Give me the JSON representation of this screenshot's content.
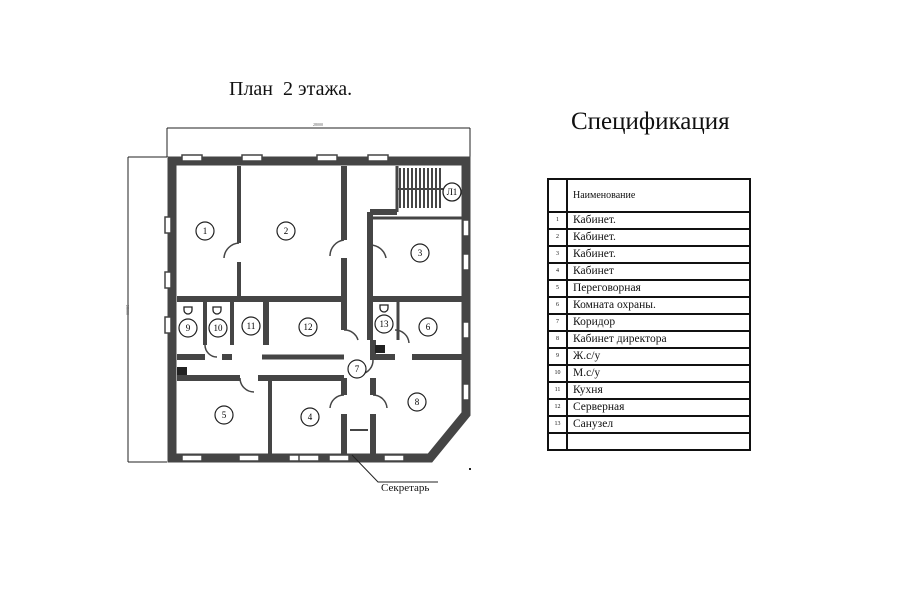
{
  "plan_title": "План  2 этажа.",
  "spec_title": "Спецификация",
  "dimensions": {
    "width": "28000",
    "height": "28000"
  },
  "stair_label": "Л1",
  "secretary_label": "Секретарь",
  "table": {
    "header": "Наименование",
    "rows": [
      {
        "n": "1",
        "name": "Кабинет."
      },
      {
        "n": "2",
        "name": "Кабинет."
      },
      {
        "n": "3",
        "name": "Кабинет."
      },
      {
        "n": "4",
        "name": "Кабинет"
      },
      {
        "n": "5",
        "name": "Переговорная"
      },
      {
        "n": "6",
        "name": "Комната охраны."
      },
      {
        "n": "7",
        "name": "Коридор"
      },
      {
        "n": "8",
        "name": "Кабинет директора"
      },
      {
        "n": "9",
        "name": "Ж.с/у"
      },
      {
        "n": "10",
        "name": "М.с/у"
      },
      {
        "n": "11",
        "name": "Кухня"
      },
      {
        "n": "12",
        "name": "Серверная"
      },
      {
        "n": "13",
        "name": "Санузел"
      },
      {
        "n": "",
        "name": ""
      }
    ]
  },
  "rooms": [
    "1",
    "2",
    "3",
    "4",
    "5",
    "6",
    "7",
    "8",
    "9",
    "10",
    "11",
    "12",
    "13"
  ]
}
